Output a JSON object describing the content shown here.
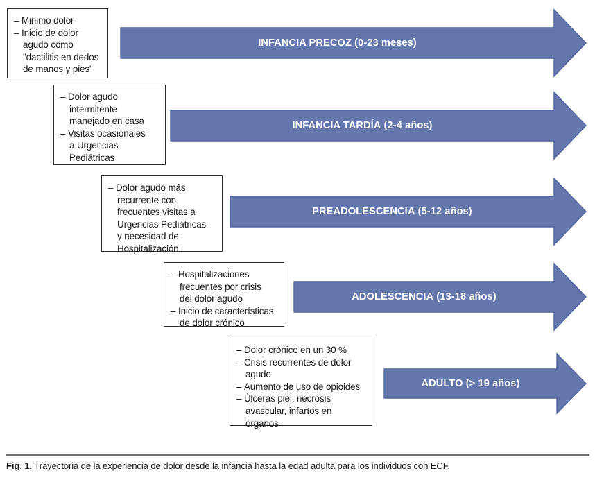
{
  "figure": {
    "accent_color": "#6477ad",
    "arrow_border_color": "#5064a0",
    "box_border_color": "#2b2b2b",
    "stages": [
      {
        "arrow_label_main": "INFANCIA PRECOZ",
        "arrow_label_age": "(0-23 meses)",
        "box_items": [
          "Minimo dolor",
          "Inicio de dolor\nagudo como\n\"dactilitis en dedos\nde manos y pies\""
        ]
      },
      {
        "arrow_label_main": "INFANCIA TARDÍA",
        "arrow_label_age": "(2-4 años)",
        "box_items": [
          "Dolor agudo\nintermitente\nmanejado en casa",
          "Visitas ocasionales\na Urgencias\nPediátricas"
        ]
      },
      {
        "arrow_label_main": "PREADOLESCENCIA",
        "arrow_label_age": "(5-12 años)",
        "box_items": [
          "Dolor agudo más\nrecurrente con\nfrecuentes visitas a\nUrgencias Pediátricas\ny necesidad de\nHospitalización"
        ]
      },
      {
        "arrow_label_main": "ADOLESCENCIA",
        "arrow_label_age": "(13-18 años)",
        "box_items": [
          "Hospitalizaciones\nfrecuentes por crisis\ndel dolor agudo",
          "Inicio de características\nde dolor crónico"
        ]
      },
      {
        "arrow_label_main": "ADULTO",
        "arrow_label_age": "(> 19 años)",
        "box_items": [
          "Dolor crónico en un 30 %",
          "Crisis recurrentes de dolor\nagudo",
          "Aumento de uso de opioides",
          "Úlceras piel, necrosis\navascular, infartos en\nórganos"
        ]
      }
    ]
  },
  "caption": {
    "label": "Fig. 1.",
    "text": " Trayectoria de la experiencia de dolor desde la infancia hasta la edad adulta para los individuos con ECF."
  }
}
